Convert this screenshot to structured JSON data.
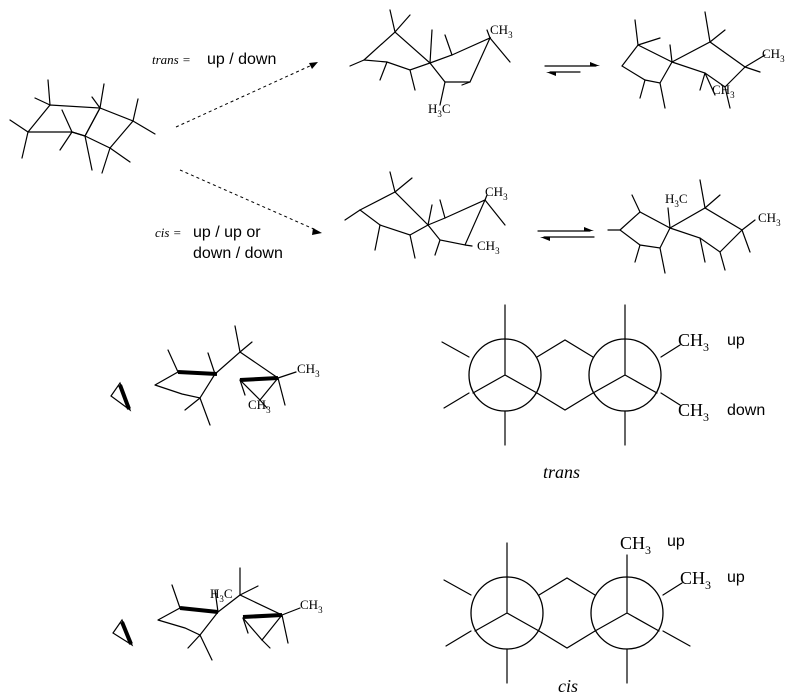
{
  "labels": {
    "trans_lead": "trans =",
    "trans_desc": "up / down",
    "cis_lead": "cis =",
    "cis_desc_line1": "up / up or",
    "cis_desc_line2": "down / down",
    "ch3": "CH",
    "h3c_h": "H",
    "h3c_c": "C",
    "sub3": "3",
    "up": "up",
    "down": "down",
    "trans_caption": "trans",
    "cis_caption": "cis"
  }
}
